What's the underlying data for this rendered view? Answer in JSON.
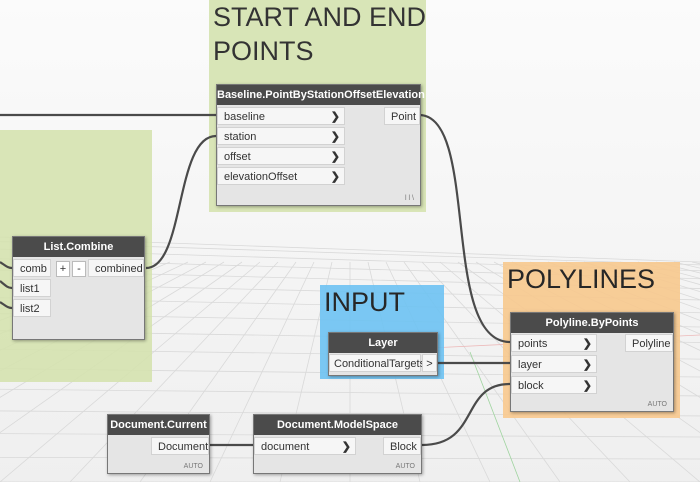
{
  "colors": {
    "group_green": "#d3e2ac",
    "group_blue": "#6ec3f3",
    "group_orange": "#f8c98e",
    "node_header": "#4b4b4b",
    "node_body": "#e5e5e5",
    "wire": "#4a4a4a"
  },
  "groups": {
    "start_end": "START AND END\nPOINTS",
    "input": "INPUT",
    "polylines": "POLYLINES"
  },
  "nodes": {
    "baseline": {
      "title": "Baseline.PointByStationOffsetElevation",
      "inputs": [
        "baseline",
        "station",
        "offset",
        "elevationOffset"
      ],
      "output": "Point",
      "footer": "l l \\"
    },
    "list_combine": {
      "title": "List.Combine",
      "inputs": [
        "comb",
        "list1",
        "list2"
      ],
      "plus": "+",
      "minus": "-",
      "output": "combined"
    },
    "layer": {
      "title": "Layer",
      "value": "ConditionalTargets",
      "out_arrow": ">"
    },
    "polyline": {
      "title": "Polyline.ByPoints",
      "inputs": [
        "points",
        "layer",
        "block"
      ],
      "output": "Polyline",
      "footer": "AUTO"
    },
    "doc_current": {
      "title": "Document.Current",
      "output": "Document",
      "footer": "AUTO"
    },
    "model_space": {
      "title": "Document.ModelSpace",
      "inputs": [
        "document"
      ],
      "output": "Block",
      "footer": "AUTO"
    }
  }
}
